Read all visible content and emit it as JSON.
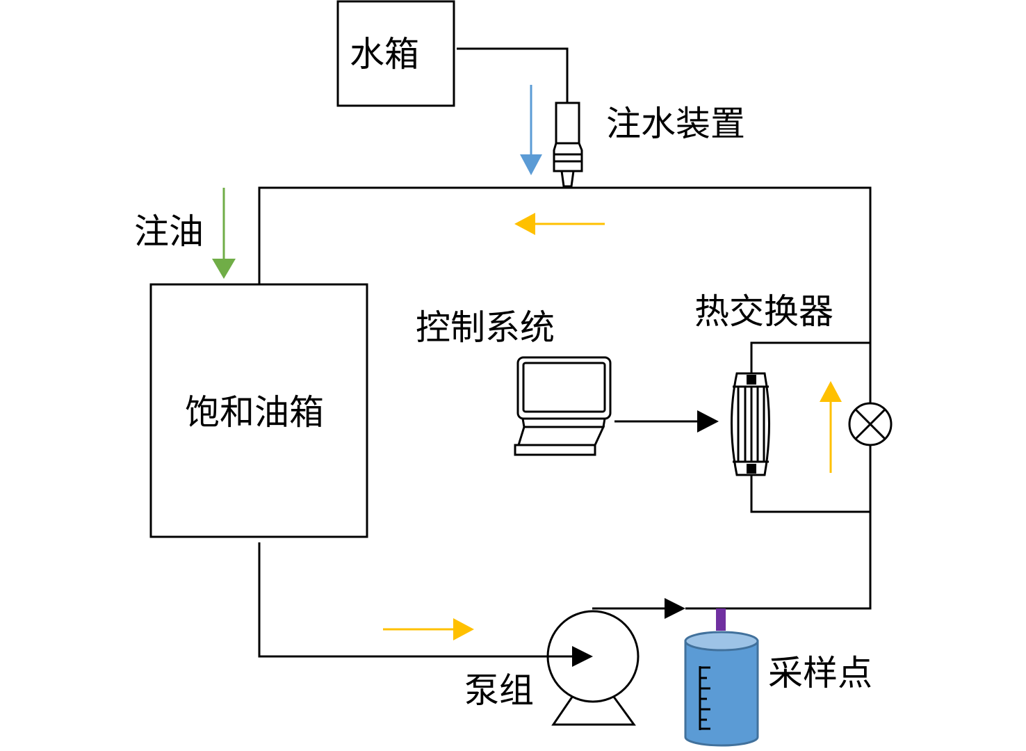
{
  "labels": {
    "water_tank": "水箱",
    "water_injection_device": "注水装置",
    "oil_injection": "注油",
    "saturated_oil_tank": "饱和油箱",
    "control_system": "控制系统",
    "heat_exchanger": "热交换器",
    "pump_group": "泵组",
    "sampling_point": "采样点"
  },
  "colors": {
    "line": "#000000",
    "water_arrow": "#5B9BD5",
    "oil_arrow": "#70AD47",
    "flow_arrow": "#FFC000",
    "sampling_pipe": "#7030A0",
    "sampling_tank": "#5B9BD5"
  },
  "icons": {
    "control_system": "laptop-icon",
    "heat_exchanger": "heat-exchanger-icon",
    "valve": "valve-x-icon",
    "pump": "pump-icon",
    "sampler": "graduated-cylinder-icon"
  }
}
